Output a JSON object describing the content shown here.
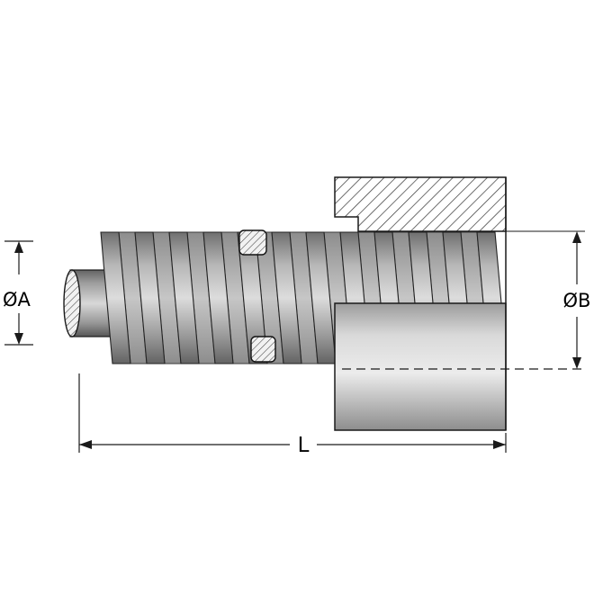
{
  "labels": {
    "dia_a": "ØA",
    "dia_b": "ØB",
    "length": "L"
  },
  "colors": {
    "outline": "#1a1a1a",
    "spring_front": "#9a9a9a",
    "spring_back": "#bdbdbd",
    "housing_fill": "#d6d6d6",
    "background": "#ffffff"
  }
}
